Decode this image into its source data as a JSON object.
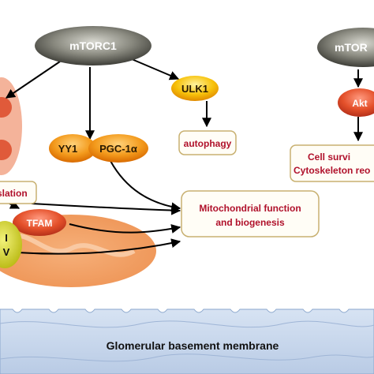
{
  "nodes": {
    "mtorc1": "mTORC1",
    "mtorc2": "mTOR",
    "ulk1": "ULK1",
    "akt": "Akt",
    "yy1": "YY1",
    "pgc1a": "PGC-1α",
    "tfam": "TFAM",
    "complex_i": "I",
    "complex_v": "V"
  },
  "outcomes": {
    "autophagy": "autophagy",
    "mito_line1": "Mitochondrial function",
    "mito_line2": "and biogenesis",
    "cell_surv_line1": "Cell survi",
    "cell_surv_line2": "Cytoskeleton reo",
    "translation": "slation"
  },
  "membrane": {
    "label": "Glomerular  basement membrane"
  },
  "colors": {
    "grey_node": "#7a7a72",
    "yellow_node": "#f5b800",
    "red_node": "#e0522c",
    "mitochondria": "#f2a86b",
    "outcome_border": "#c8b070",
    "outcome_text": "#b0112b",
    "membrane": "#c9d8ec",
    "complex": "#d6d62a"
  }
}
